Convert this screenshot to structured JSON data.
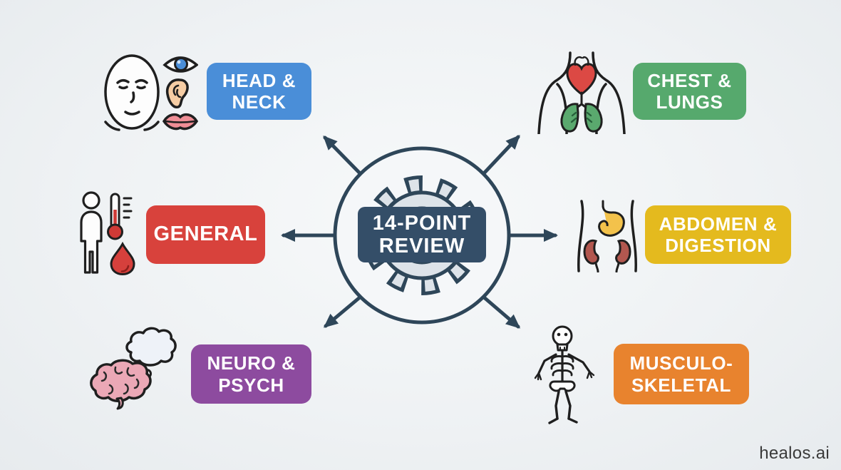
{
  "center": {
    "line1": "14-POINT",
    "line2": "REVIEW",
    "bg": "#344e68",
    "stroke": "#2e4659",
    "gear_fill": "#dde3e9"
  },
  "nodes": [
    {
      "id": "head-neck",
      "line1": "HEAD &",
      "line2": "NECK",
      "color": "#4a8ed8",
      "icons": [
        "face-icon",
        "eye-icon",
        "ear-icon",
        "lips-icon"
      ]
    },
    {
      "id": "chest-lungs",
      "line1": "CHEST &",
      "line2": "LUNGS",
      "color": "#56a96d",
      "icons": [
        "torso-heart-lungs-icon"
      ]
    },
    {
      "id": "general",
      "line1": "GENERAL",
      "line2": "",
      "color": "#d8423c",
      "icons": [
        "person-icon",
        "thermometer-icon",
        "blood-drop-icon"
      ]
    },
    {
      "id": "abdomen-digestion",
      "line1": "ABDOMEN &",
      "line2": "DIGESTION",
      "color": "#e4ba1e",
      "icons": [
        "abdomen-stomach-kidneys-icon"
      ]
    },
    {
      "id": "neuro-psych",
      "line1": "NEURO &",
      "line2": "PSYCH",
      "color": "#8d4b9f",
      "icons": [
        "brain-icon",
        "thought-bubble-icon"
      ]
    },
    {
      "id": "musculo-skeletal",
      "line1": "MUSCULO-",
      "line2": "SKELETAL",
      "color": "#e8832e",
      "icons": [
        "skeleton-icon"
      ]
    }
  ],
  "watermark": "healos.ai"
}
